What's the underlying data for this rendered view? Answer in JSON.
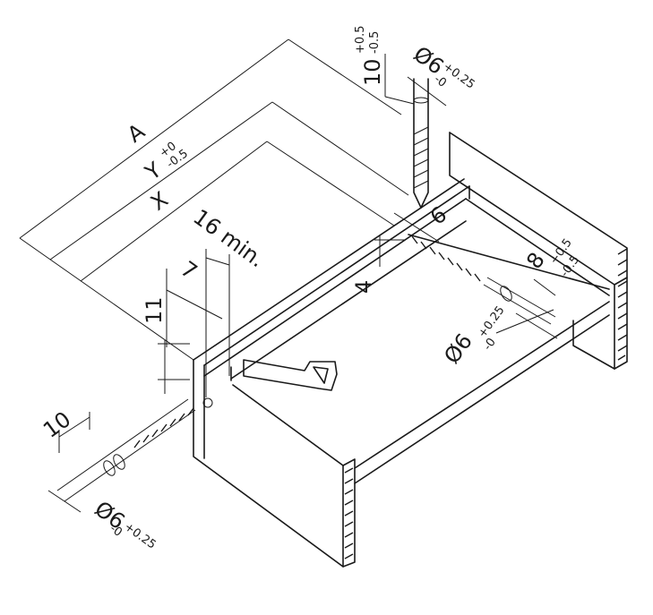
{
  "dimensions": {
    "A": "A",
    "Y": "Y",
    "Y_tol_upper": "+0",
    "Y_tol_lower": "-0.5",
    "X": "X",
    "sixteen_min": "16 min.",
    "seven": "7",
    "eleven": "11",
    "ten_left": "10",
    "four": "4",
    "six": "6",
    "ten_top": "10",
    "ten_top_tol_upper": "+0.5",
    "ten_top_tol_lower": "-0.5",
    "dia_top": "Ø6",
    "dia_top_tol_upper": "+0.25",
    "dia_top_tol_lower": "-0",
    "eight": "8",
    "eight_tol_upper": "+0.5",
    "eight_tol_lower": "-0.5",
    "dia_right": "Ø6",
    "dia_right_tol_upper": "+0.25",
    "dia_right_tol_lower": "-0",
    "dia_bottom": "Ø6",
    "dia_bottom_tol_upper": "+0.25",
    "dia_bottom_tol_lower": "-0"
  },
  "icons": {
    "saw": "hand-saw-icon",
    "drill_top": "drill-bit-icon",
    "drill_right": "drill-hole-icon",
    "drill_left": "drill-hole-icon"
  }
}
